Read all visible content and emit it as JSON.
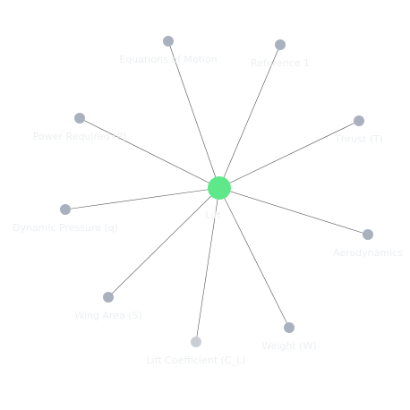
{
  "graph": {
    "center": {
      "label": "Lift",
      "color": "#5ee88a"
    },
    "nodes": [
      {
        "id": "equations",
        "label": "Equations of Motion",
        "color": "#a9b1bf"
      },
      {
        "id": "reference1",
        "label": "Reference 1",
        "color": "#a9b1bf"
      },
      {
        "id": "thrust",
        "label": "Thrust (T)",
        "color": "#a9b1bf"
      },
      {
        "id": "aero",
        "label": "Aerodynamics",
        "color": "#a9b1bf"
      },
      {
        "id": "weight",
        "label": "Weight (W)",
        "color": "#a9b1bf"
      },
      {
        "id": "liftcoef",
        "label": "Lift Coefficient (C_L)",
        "color": "#c9ced6"
      },
      {
        "id": "wingarea",
        "label": "Wing Area (S)",
        "color": "#a9b1bf"
      },
      {
        "id": "dynpress",
        "label": "Dynamic Pressure (q)",
        "color": "#a9b1bf"
      },
      {
        "id": "power",
        "label": "Power Required (P)",
        "color": "#a9b1bf"
      }
    ]
  }
}
